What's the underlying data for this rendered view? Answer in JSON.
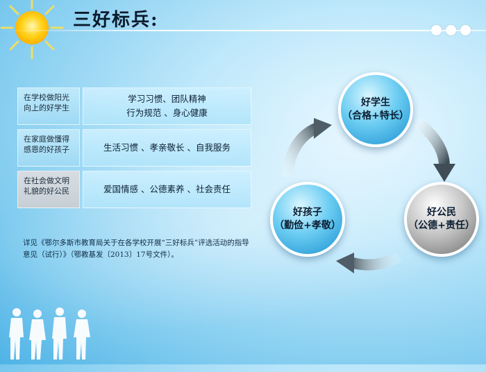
{
  "slide": {
    "title": "三好标兵:"
  },
  "table": {
    "rows": [
      {
        "category": "在学校做阳光向上的好学生",
        "lines": [
          "学习习惯、团队精神",
          "行为规范 、身心健康"
        ]
      },
      {
        "category": "在家庭做懂得感恩的好孩子",
        "lines": [
          "生活习惯 、孝亲敬长 、自我服务"
        ]
      },
      {
        "category": "在社会做文明礼貌的好公民",
        "lines": [
          "爱国情感 、公德素养 、社会责任"
        ]
      }
    ]
  },
  "note": "详见《鄂尔多斯市教育局关于在各学校开展“三好标兵”评选活动的指导意见（试行）》（鄂教基发〔2013〕17号文件）。",
  "cycle": {
    "student": {
      "title": "好学生",
      "sub": "（合格+特长）"
    },
    "citizen": {
      "title": "好公民",
      "sub": "（公德+责任）"
    },
    "child": {
      "title": "好孩子",
      "sub": "（勤俭+孝敬）"
    }
  },
  "colors": {
    "circle_blue": "#1a8fd0",
    "circle_gray": "#7a7a7a",
    "arrow": "#4f5d66",
    "sun": "#ffd21a"
  },
  "icons": [
    "sun-icon",
    "cycle-arrow-icon",
    "people-silhouette-icon"
  ]
}
